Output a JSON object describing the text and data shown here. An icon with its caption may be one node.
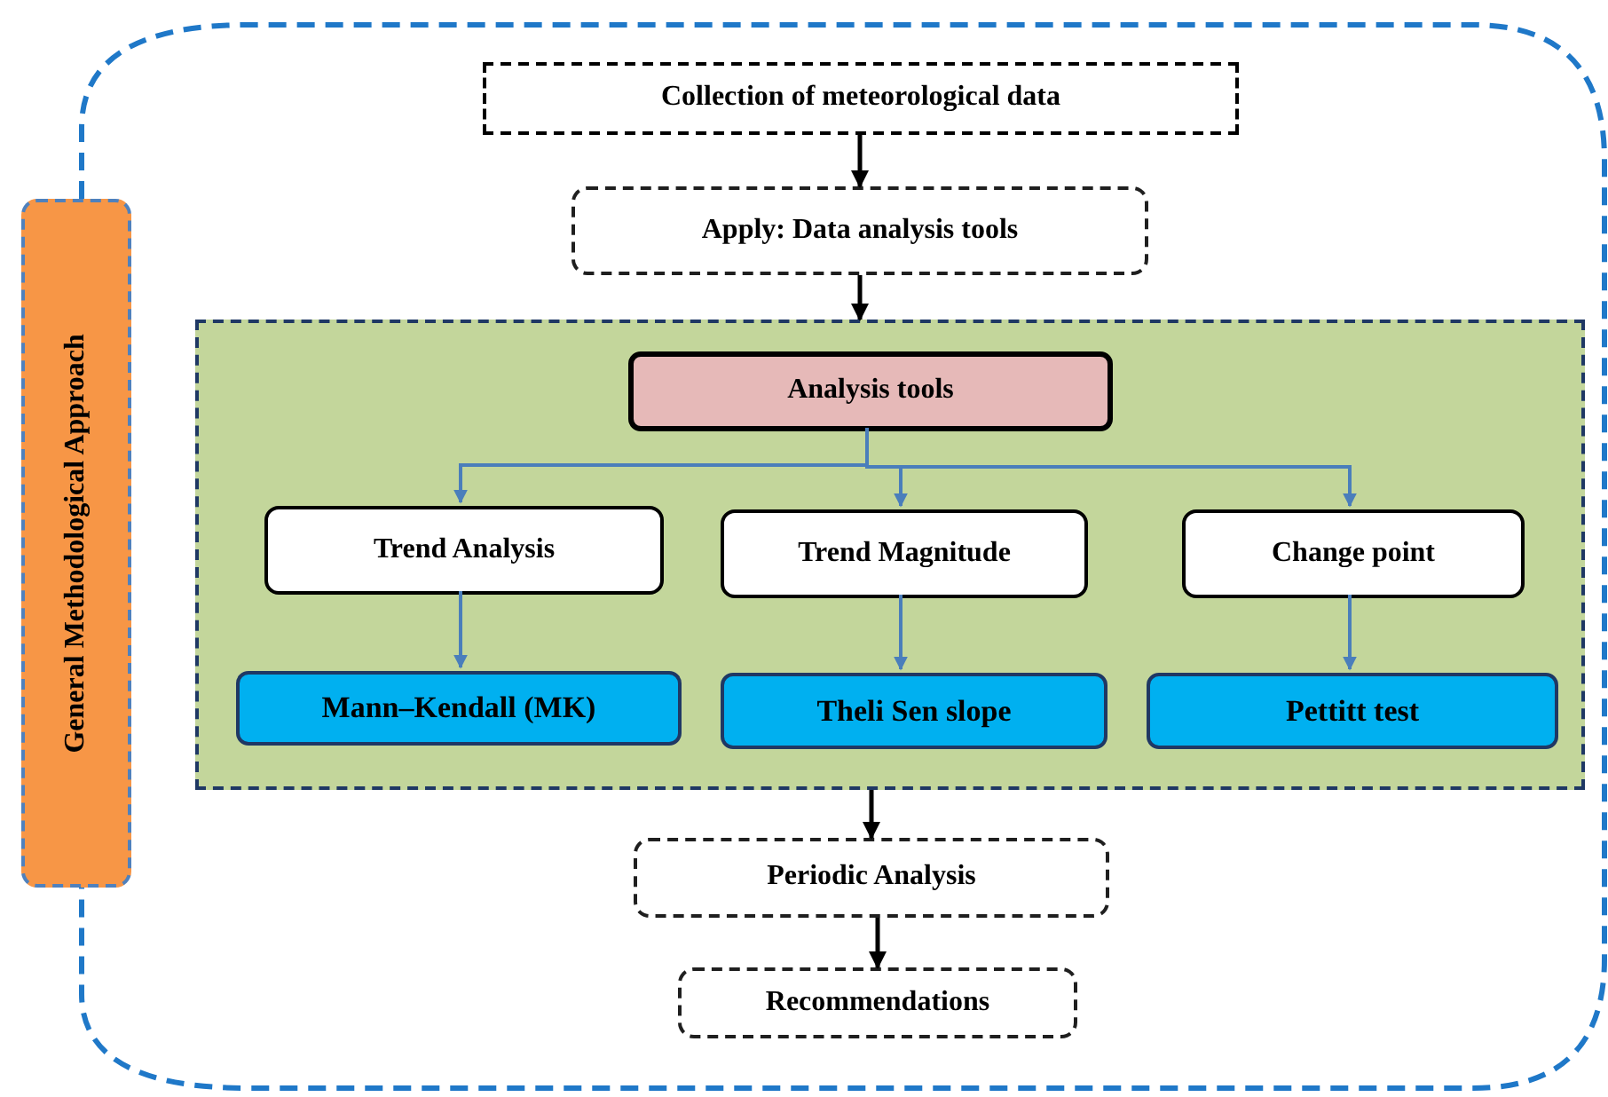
{
  "diagram": {
    "nodes": [
      {
        "text": [
          "General Methodological Approach"
        ]
      },
      {
        "text": [
          "Collection of meteorological data"
        ]
      },
      {
        "text": [
          "Apply: Data analysis tools"
        ]
      },
      {
        "text": [],
        "shape": "box"
      },
      {
        "text": [
          "Analysis tools"
        ],
        "in": 3
      },
      {
        "text": [
          "Trend Analysis"
        ],
        "in": 3
      },
      {
        "text": [
          "Trend Magnitude"
        ],
        "in": 3
      },
      {
        "text": [
          "Change point"
        ],
        "in": 3
      },
      {
        "text": [
          "Mann–Kendall (MK)"
        ],
        "in": 3
      },
      {
        "text": [
          "Theli Sen slope"
        ],
        "in": 3
      },
      {
        "text": [
          "Pettitt test"
        ],
        "in": 3
      },
      {
        "text": [
          "Periodic Analysis"
        ]
      },
      {
        "text": [
          "Recommendations"
        ]
      }
    ],
    "edges": [
      {
        "from": 1,
        "to": 2,
        "arrow": "to",
        "color": "#000000"
      },
      {
        "from": 2,
        "to": 3,
        "arrow": "to",
        "color": "#000000"
      },
      {
        "from": 4,
        "to": 5,
        "arrow": "to"
      },
      {
        "from": 4,
        "to": 6,
        "arrow": "to"
      },
      {
        "from": 4,
        "to": 7,
        "arrow": "to"
      },
      {
        "from": 5,
        "to": 8,
        "arrow": "to"
      },
      {
        "from": 6,
        "to": 9,
        "arrow": "to"
      },
      {
        "from": 7,
        "to": 10,
        "arrow": "to"
      },
      {
        "from": 3,
        "to": 11,
        "arrow": "to",
        "color": "#000000"
      },
      {
        "from": 11,
        "to": 12,
        "arrow": "to",
        "color": "#000000"
      }
    ]
  }
}
